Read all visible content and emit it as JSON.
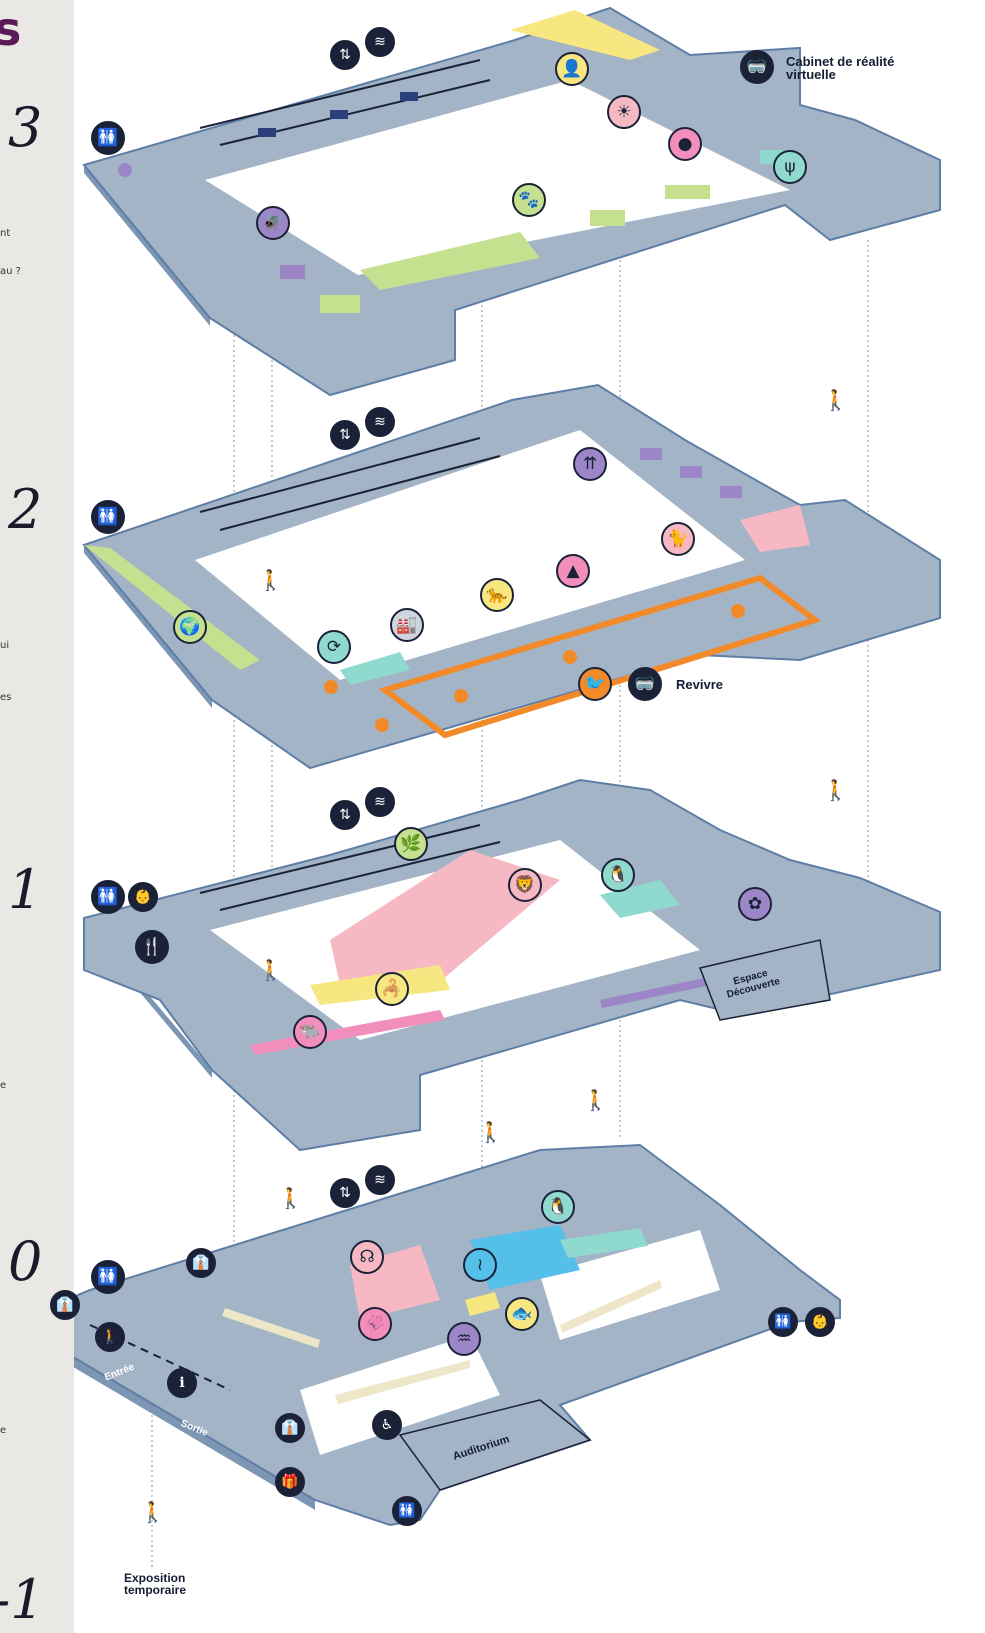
{
  "sidebar": {
    "title": "s",
    "floors": [
      "3",
      "2",
      "1",
      "0",
      "-1"
    ],
    "fragments": [
      "nt",
      "au ?",
      "ui",
      "es",
      "e",
      "e"
    ]
  },
  "labels": {
    "vr_cabinet": "Cabinet de réalité virtuelle",
    "revivre": "Revivre",
    "espace_decouverte": "Espace Découverte",
    "entree": "Entrée",
    "sortie": "Sortie",
    "auditorium": "Auditorium",
    "expo_temp": "Exposition temporaire"
  },
  "icons": {
    "toilets": "🚻",
    "elevator": "⇅",
    "stairs": "≋",
    "restaurant": "🍴",
    "cloakroom": "👔",
    "info": "i",
    "gift": "🎁",
    "accessible": "♿",
    "baby_change": "👶",
    "vr": "🥽",
    "walker": "🚶"
  },
  "colors": {
    "floor": "#a3b4c6",
    "floor_side": "#7d96b3",
    "floor_edge": "#5e7ea6",
    "yellow": "#f7e781",
    "pink": "#f28ebb",
    "light_pink": "#f6b9c4",
    "green": "#c5e08e",
    "purple": "#9c86c7",
    "teal": "#8fd9cf",
    "orange": "#f28a2a",
    "blue": "#54c0ea",
    "light_grey": "#cfd5de",
    "dark": "#1b2238"
  }
}
